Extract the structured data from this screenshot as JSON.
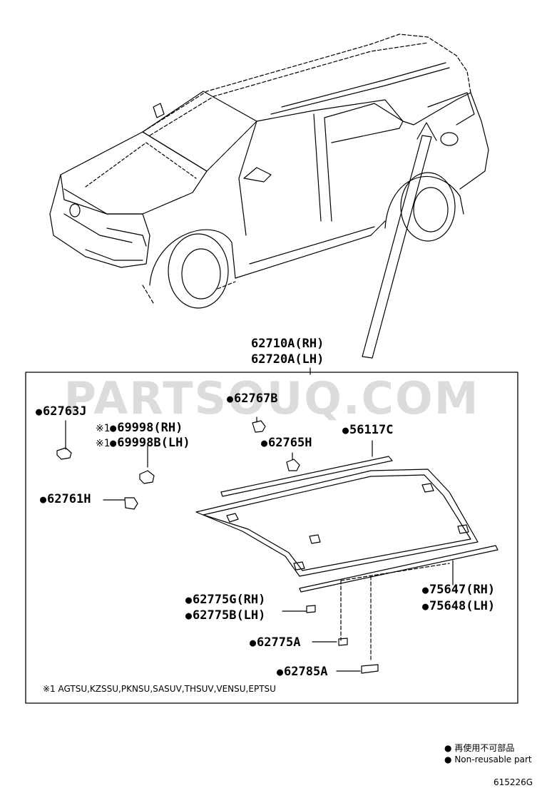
{
  "watermark": "PARTSOUQ.COM",
  "assembly": {
    "rh": "62710A(RH)",
    "lh": "62720A(LH)"
  },
  "parts": [
    {
      "key": "p62763J",
      "text": "62763J"
    },
    {
      "key": "p69998",
      "text": "69998(RH)"
    },
    {
      "key": "p69998B",
      "text": "69998B(LH)"
    },
    {
      "key": "p62767B",
      "text": "62767B"
    },
    {
      "key": "p56117C",
      "text": "56117C"
    },
    {
      "key": "p62765H",
      "text": "62765H"
    },
    {
      "key": "p62761H",
      "text": "62761H"
    },
    {
      "key": "p75647",
      "text": "75647(RH)"
    },
    {
      "key": "p75648",
      "text": "75648(LH)"
    },
    {
      "key": "p62775G",
      "text": "62775G(RH)"
    },
    {
      "key": "p62775B",
      "text": "62775B(LH)"
    },
    {
      "key": "p62775A",
      "text": "62775A"
    },
    {
      "key": "p62785A",
      "text": "62785A"
    }
  ],
  "bullet": "●",
  "note_mark": "※1",
  "footnote": "※1 AGTSU,KZSSU,PKNSU,SASUV,THSUV,VENSU,EPTSU",
  "legend": {
    "japanese": "再使用不可部品",
    "english": "Non-reusable part"
  },
  "diagram_code": "615226G",
  "colors": {
    "line": "#000000",
    "watermark": "#d7d7d7"
  }
}
